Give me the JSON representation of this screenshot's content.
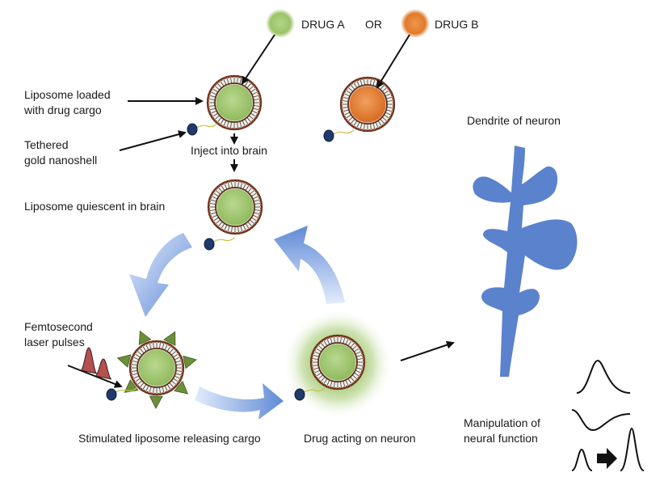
{
  "drugs": {
    "a_label": "DRUG A",
    "or_label": "OR",
    "b_label": "DRUG B",
    "a_color": "#9cc46a",
    "b_color": "#e07a2b"
  },
  "labels": {
    "liposome_loaded": "Liposome loaded\nwith drug cargo",
    "tethered_gold": "Tethered\ngold nanoshell",
    "inject": "Inject into brain",
    "quiescent": "Liposome quiescent in brain",
    "femtosecond": "Femtosecond\nlaser pulses",
    "stimulated": "Stimulated liposome releasing cargo",
    "drug_acting": "Drug acting on neuron",
    "dendrite": "Dendrite of neuron",
    "manipulation": "Manipulation of\nneural function"
  },
  "colors": {
    "cycle_arrow": "#6f97dd",
    "dendrite": "#5b82cc",
    "gold_nanoshell": "#1f3a6b",
    "laser_pulse": "#b5504f",
    "release_spikes": "#6c8f3a"
  },
  "icons": {
    "traces": [
      "bell-curve-icon",
      "inverted-dip-icon",
      "small-to-large-peak-icon"
    ]
  }
}
